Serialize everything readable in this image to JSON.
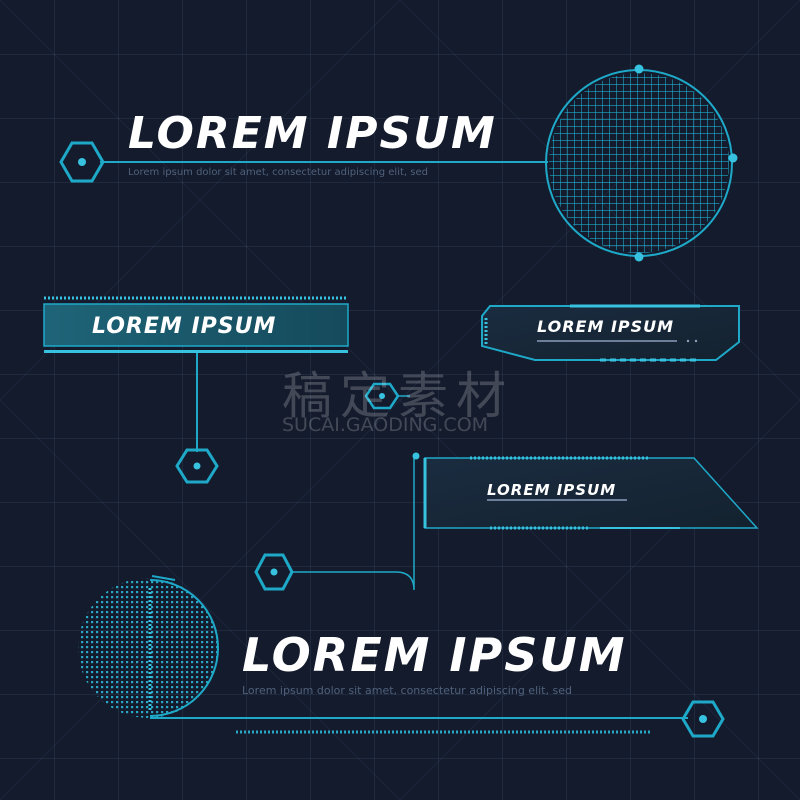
{
  "headline_top": {
    "title": "LOREM IPSUM",
    "subtitle": "Lorem ipsum dolor sit amet, consectetur adipiscing elit, sed"
  },
  "panel_left": {
    "title": "LOREM IPSUM"
  },
  "panel_right_top": {
    "title": "LOREM IPSUM"
  },
  "panel_right_mid": {
    "title": "LOREM IPSUM"
  },
  "headline_bottom": {
    "title": "LOREM IPSUM",
    "subtitle": "Lorem ipsum dolor sit amet, consectetur adipiscing elit, sed"
  },
  "watermark": {
    "cn": "稿定素材",
    "url": "SUCAI.GAODING.COM"
  },
  "colors": {
    "background": "#141b2c",
    "accent": "#1ea9c9",
    "accent_bright": "#37c3e0",
    "panel_fill": "#1b5a6e",
    "text": "#ffffff",
    "subtext": "#4f617c"
  },
  "icons": [
    "hexagon-node-icon",
    "grid-circle-icon",
    "dotted-circle-icon"
  ]
}
